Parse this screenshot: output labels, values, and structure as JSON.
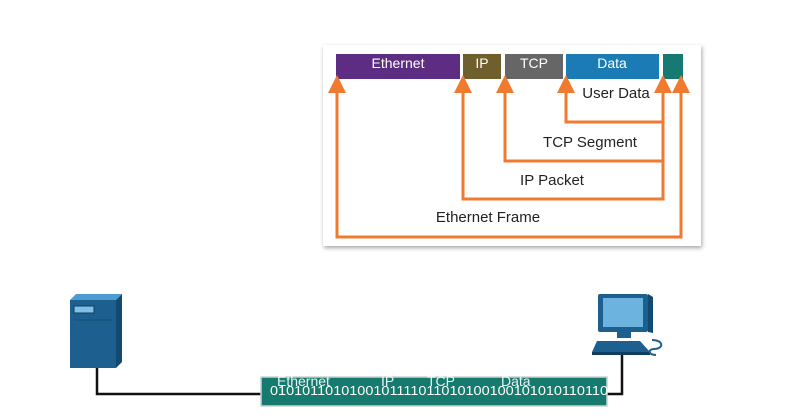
{
  "encapsulation": {
    "headers": {
      "ethernet": "Ethernet",
      "ip": "IP",
      "tcp": "TCP",
      "data": "Data"
    },
    "labels": {
      "user_data": "User Data",
      "tcp_segment": "TCP Segment",
      "ip_packet": "IP Packet",
      "ethernet_frame": "Ethernet Frame"
    }
  },
  "wire": {
    "bits": "0101011010100101111011010100100101010110110",
    "overlay": {
      "ethernet": "Ethernet",
      "ip": "IP",
      "tcp": "TCP",
      "data": "Data"
    }
  },
  "icons": [
    "server-icon",
    "computer-icon"
  ],
  "colors": {
    "ethernet": "#5c2d82",
    "ip": "#6e5f2c",
    "tcp": "#666666",
    "data": "#1b7bb4",
    "trailer": "#177a72",
    "arrow": "#f07a30",
    "wire_bar": "#177a6e",
    "server": "#1d5f8f"
  }
}
